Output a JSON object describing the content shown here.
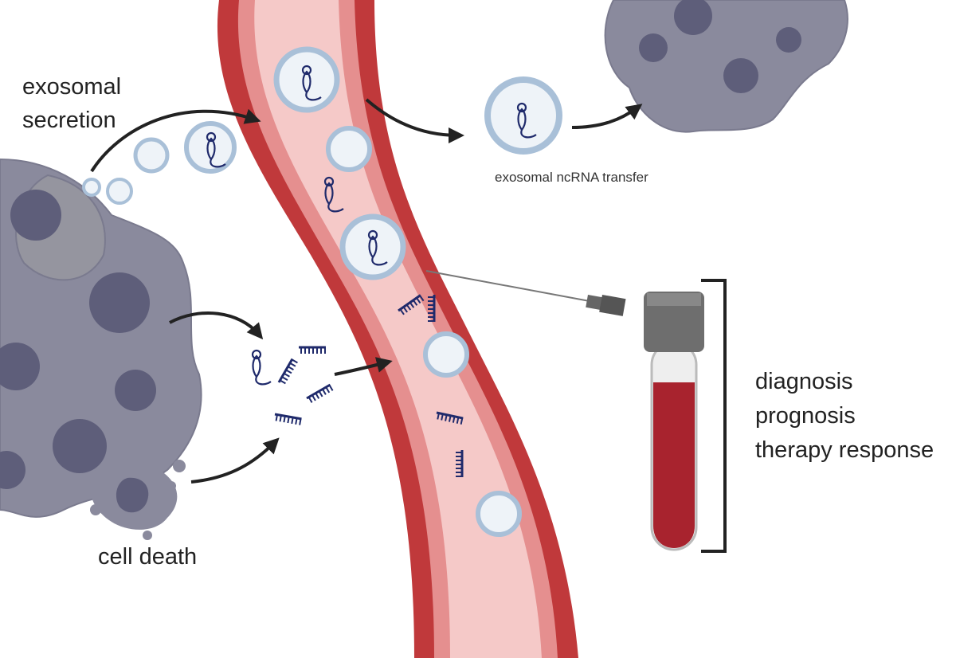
{
  "labels": {
    "exosomal_secretion_line1": "exosomal",
    "exosomal_secretion_line2": "secretion",
    "cell_death": "cell death",
    "exosomal_transfer": "exosomal ncRNA transfer",
    "outcome_diagnosis": "diagnosis",
    "outcome_prognosis": "prognosis",
    "outcome_therapy": "therapy response"
  },
  "colors": {
    "vessel_wall": "#c0393b",
    "vessel_lumen": "#f5c9c8",
    "endothelium": "#e58f8f",
    "tumor_cell": "#8a8a9d",
    "tumor_nucleus": "#5e5e7a",
    "exosome_ring": "#a9c0d8",
    "ncrna": "#1f2a6b",
    "blood": "#a8232e",
    "tube_cap": "#6e6e6e",
    "arrow": "#222222"
  },
  "icons": [
    "tumor-cell-cluster-icon",
    "exosome-icon",
    "ncrna-hairpin-icon",
    "ncrna-strand-icon",
    "syringe-needle-icon",
    "blood-tube-icon",
    "bracket-icon",
    "apoptotic-cell-icon"
  ]
}
